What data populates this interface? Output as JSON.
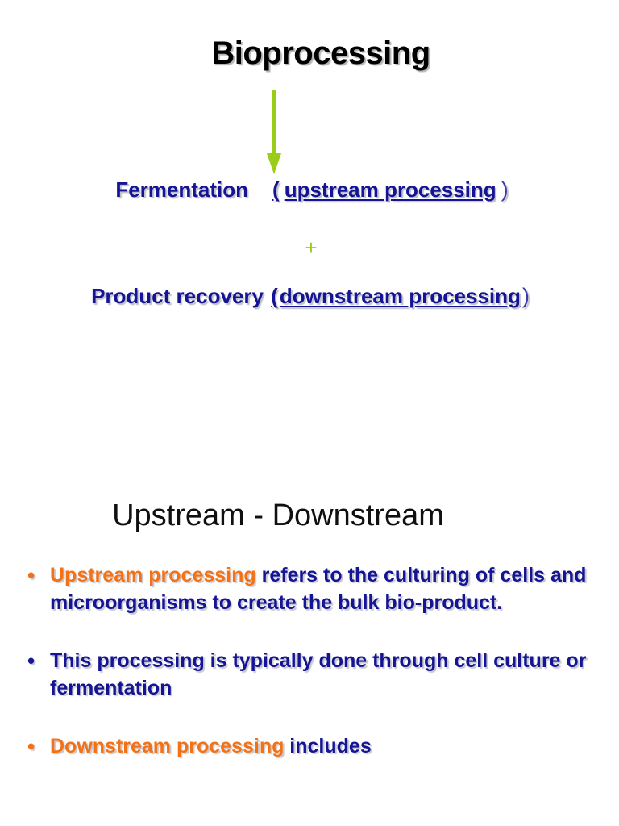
{
  "slide": {
    "background_color": "#FFFFFF",
    "title": "Bioprocessing",
    "arrow": {
      "icon": "down-arrow-icon",
      "color": "#9ACD18",
      "direction": "down"
    },
    "equation": {
      "line1": {
        "label": "Fermentation",
        "paren_open": "(",
        "term": "upstream processing",
        "paren_close": ")"
      },
      "operator": "+",
      "operator_color": "#9ACD18",
      "line2": {
        "label": "Product recovery ",
        "paren_open": "(",
        "term": "downstream processing",
        "paren_close": ")"
      }
    },
    "section_heading": "Upstream - Downstream",
    "bullets": [
      {
        "dot_color": "#F47216",
        "highlight": "Upstream processing",
        "rest": " refers to the culturing of cells and microorganisms to create the bulk bio-product."
      },
      {
        "dot_color": "#141494",
        "highlight": "",
        "rest": "This processing is typically done through cell culture or fermentation"
      },
      {
        "dot_color": "#F47216",
        "highlight": "Downstream processing",
        "rest": " includes"
      }
    ],
    "bullet_glyph": "•",
    "colors": {
      "title_black": "#000000",
      "deep_blue": "#141494",
      "orange": "#F47216",
      "lime_green": "#9ACD18"
    }
  }
}
